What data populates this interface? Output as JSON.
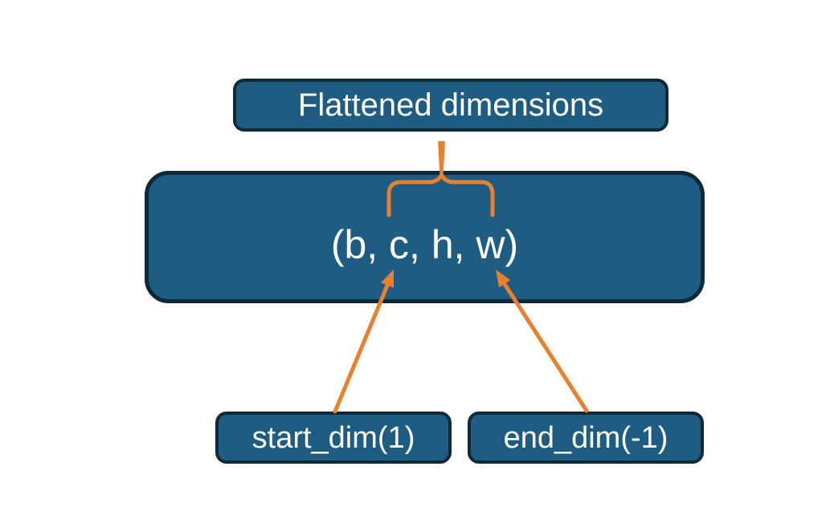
{
  "diagram": {
    "nodes": {
      "flattened": {
        "label": "Flattened dimensions"
      },
      "tensor": {
        "label": "(b, c, h, w)"
      },
      "start_dim": {
        "label": "start_dim(1)"
      },
      "end_dim": {
        "label": "end_dim(-1)"
      }
    }
  },
  "colors": {
    "background": "#ffffff",
    "node_fill": "#1e5c81",
    "node_border": "#0e2937",
    "connector": "#e8802f",
    "text": "#ffffff"
  }
}
